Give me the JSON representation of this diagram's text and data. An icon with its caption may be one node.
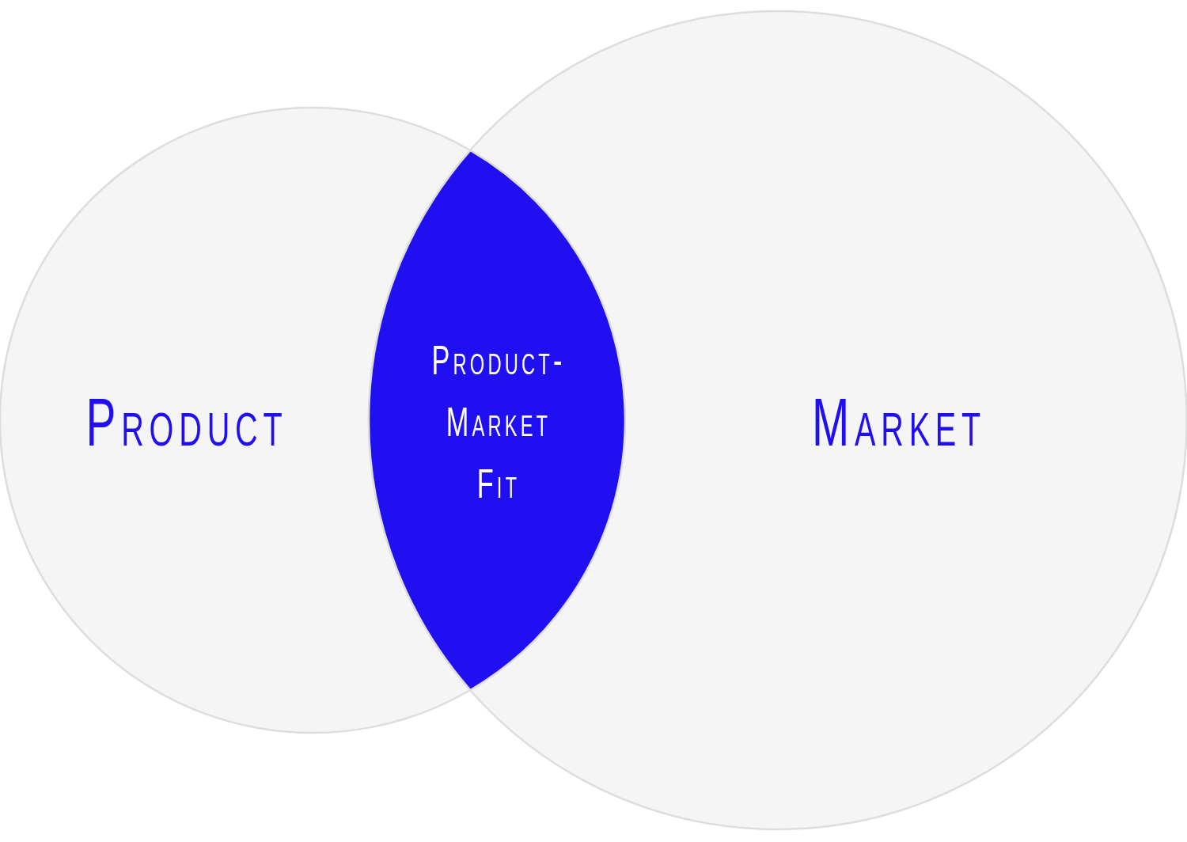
{
  "diagram": {
    "nodes": [
      {
        "text": [
          "Product"
        ]
      },
      {
        "text": [
          "Market"
        ]
      },
      {
        "text": [
          "Product-Market Fit"
        ]
      }
    ]
  }
}
